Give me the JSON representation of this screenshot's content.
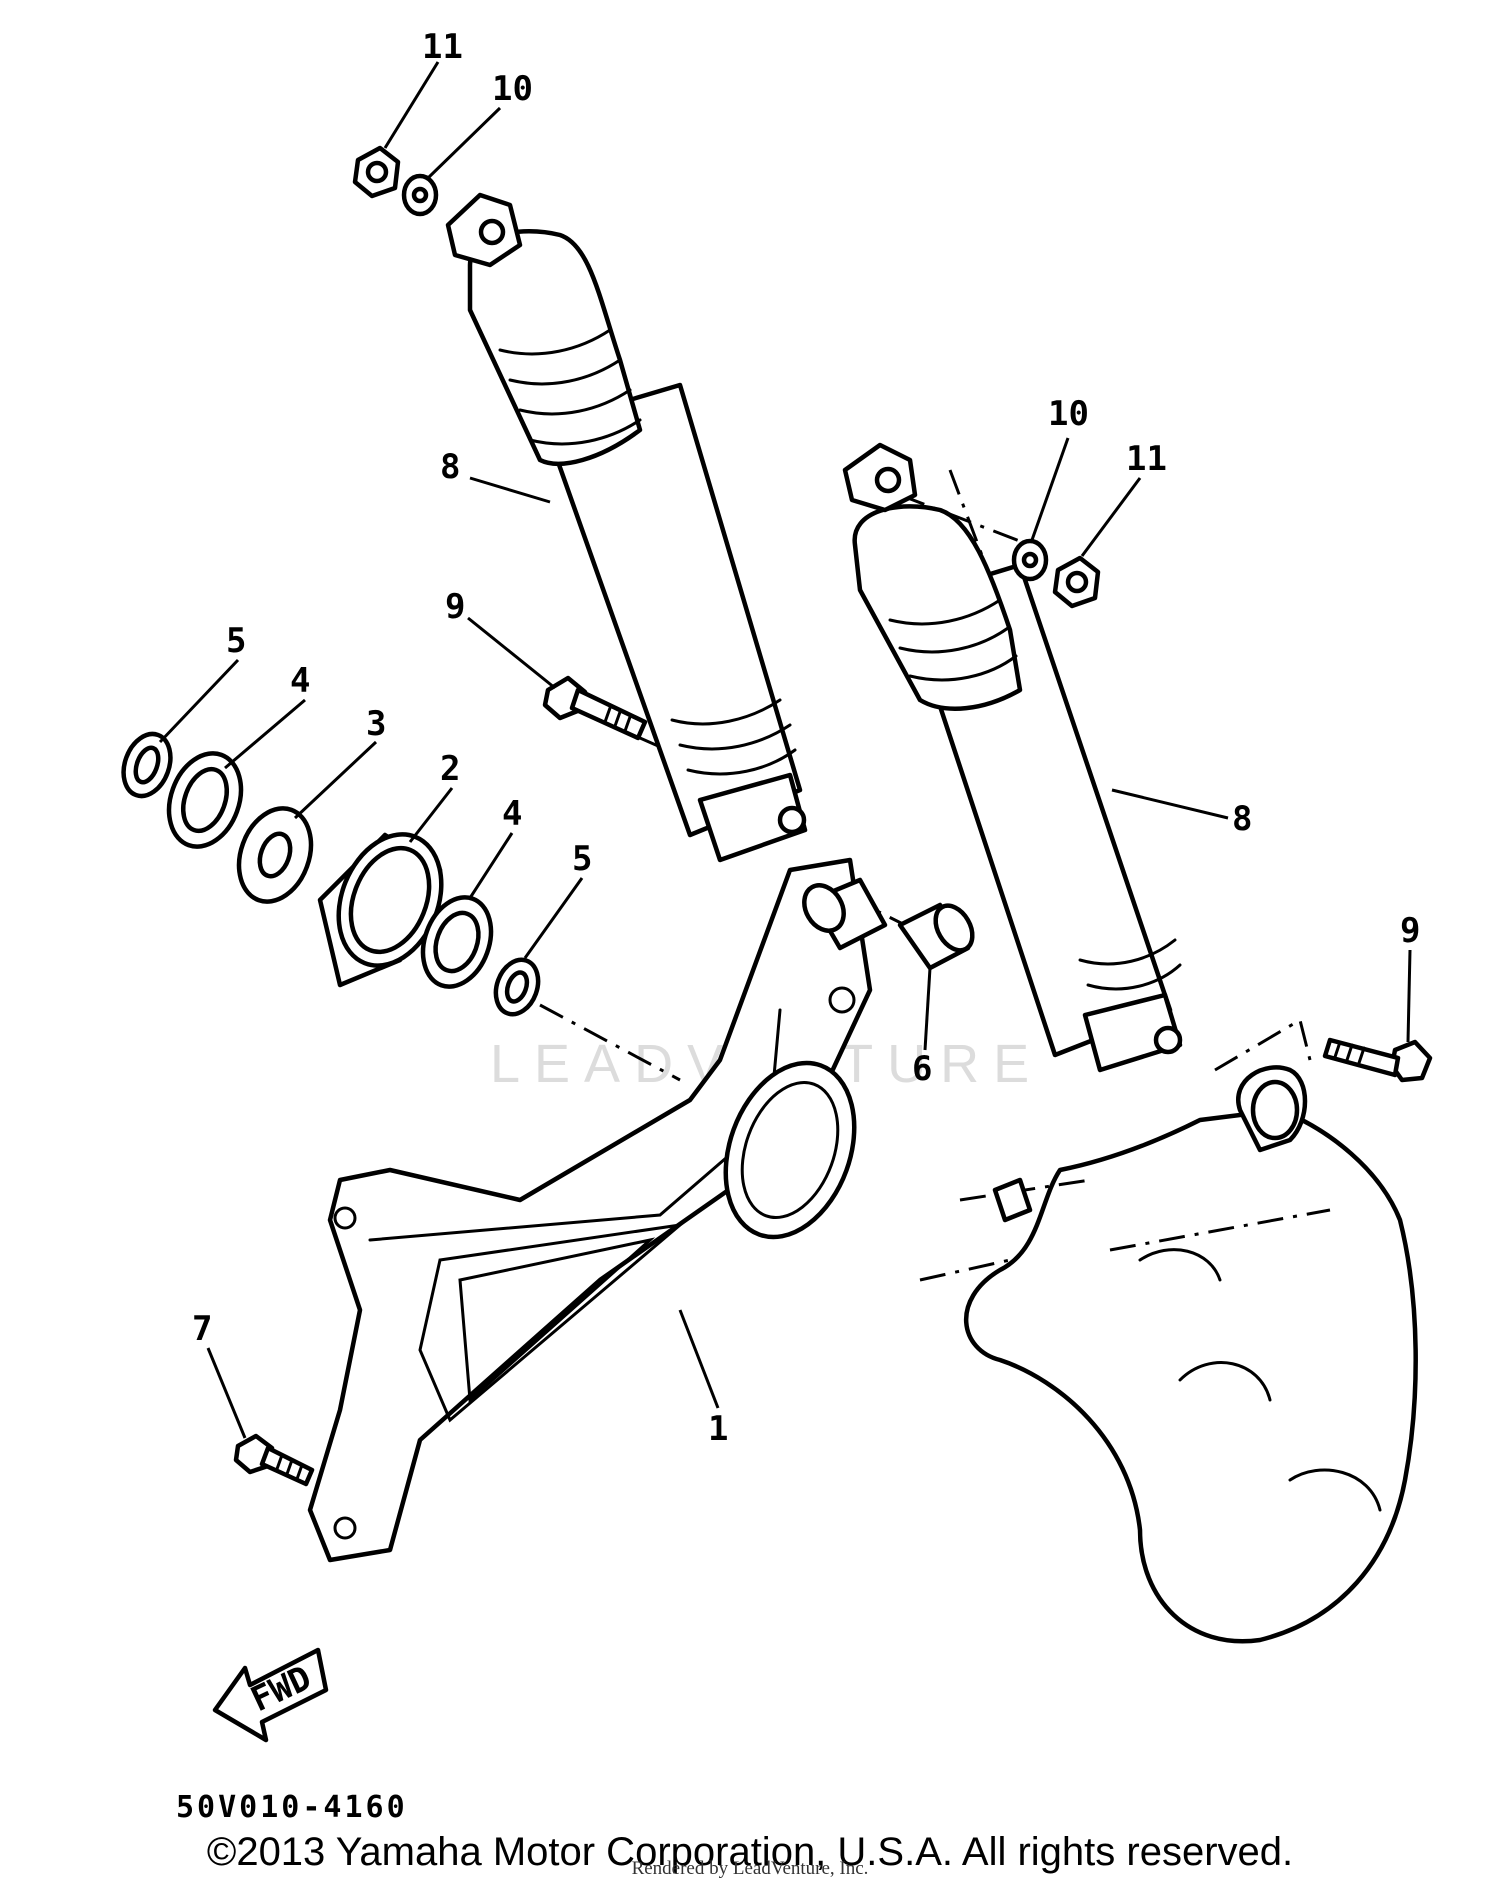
{
  "diagram": {
    "callouts": {
      "c1": "1",
      "c2": "2",
      "c3": "3",
      "c4a": "4",
      "c4b": "4",
      "c5a": "5",
      "c5b": "5",
      "c6": "6",
      "c7": "7",
      "c8a": "8",
      "c8b": "8",
      "c9a": "9",
      "c9b": "9",
      "c10a": "10",
      "c10b": "10",
      "c11a": "11",
      "c11b": "11"
    },
    "fwd_label": "FWD",
    "watermark": "LEADVENTURE",
    "diagram_code": "50V010-4160"
  },
  "footer": {
    "copyright": "©2013 Yamaha Motor Corporation, U.S.A. All rights reserved.",
    "rendered_by": "Rendered by LeadVenture, Inc."
  },
  "colors": {
    "line": "#000000",
    "background": "#ffffff",
    "watermark": "#dcdcdc"
  }
}
